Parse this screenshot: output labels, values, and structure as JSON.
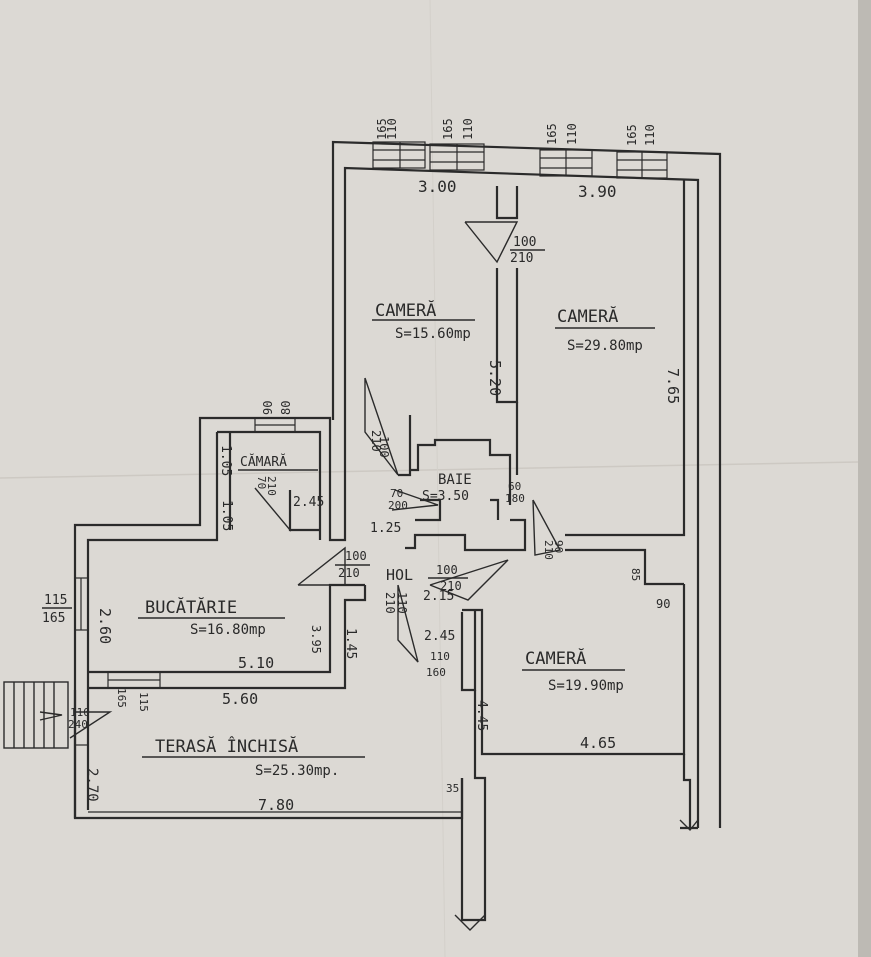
{
  "colors": {
    "paper": "#dcd9d4",
    "ink": "#2b2b2b"
  },
  "rooms": {
    "camera_1": {
      "name": "CAMERĂ",
      "area": "S=15.60mp",
      "depth": "5.20",
      "width": "3.00"
    },
    "camera_2": {
      "name": "CAMERĂ",
      "area": "S=29.80mp",
      "depth": "7.65",
      "width": "3.90"
    },
    "camara": {
      "name": "CĂMARĂ",
      "width": "1.05",
      "depth": "2.45",
      "wall": "1.05",
      "door": "70",
      "door_h": "210"
    },
    "baie": {
      "name": "BAIE",
      "area": "S=3.50",
      "side": "1.25"
    },
    "hol": {
      "name": "HOL",
      "width": "2.15",
      "side": "2.45"
    },
    "bucatarie": {
      "name": "BUCĂTĂRIE",
      "area": "S=16.80mp",
      "width": "5.10",
      "depth": "2.60",
      "inner": "3.95",
      "side": "1.45"
    },
    "camera_3": {
      "name": "CAMERĂ",
      "area": "S=19.90mp",
      "width": "4.65",
      "depth": "4.45",
      "offset_a": "85",
      "offset_b": "90"
    },
    "terasa": {
      "name": "TERASĂ ÎNCHISĂ",
      "area": "S=25.30mp.",
      "width": "7.80",
      "depth": "2.70",
      "top": "5.60",
      "wall": "35"
    }
  },
  "windows": [
    {
      "w": "110",
      "h": "165"
    },
    {
      "w": "110",
      "h": "165"
    },
    {
      "w": "110",
      "h": "165"
    },
    {
      "w": "110",
      "h": "165"
    }
  ],
  "camara_window": {
    "w": "80",
    "h": "90"
  },
  "kitchen_window": {
    "w": "115",
    "h": "165"
  },
  "kitchen_window_2": {
    "w": "115",
    "h": "165"
  },
  "doors": {
    "d_cam1_cam2": {
      "w": "100",
      "h": "210"
    },
    "d_cam1_hall": {
      "w": "100",
      "h": "210"
    },
    "d_baie": {
      "w": "70",
      "h": "200"
    },
    "d_baie_2": {
      "w": "60",
      "h": "180"
    },
    "d_cam3": {
      "w": "90",
      "h": "210"
    },
    "d_buc": {
      "w": "100",
      "h": "210"
    },
    "d_hol": {
      "w": "100",
      "h": "210"
    },
    "d_hol_2": {
      "w": "110",
      "h": "210"
    },
    "d_cam3_b": {
      "w": "110",
      "h": "160"
    },
    "d_terasa": {
      "w": "110",
      "h": "240"
    }
  }
}
